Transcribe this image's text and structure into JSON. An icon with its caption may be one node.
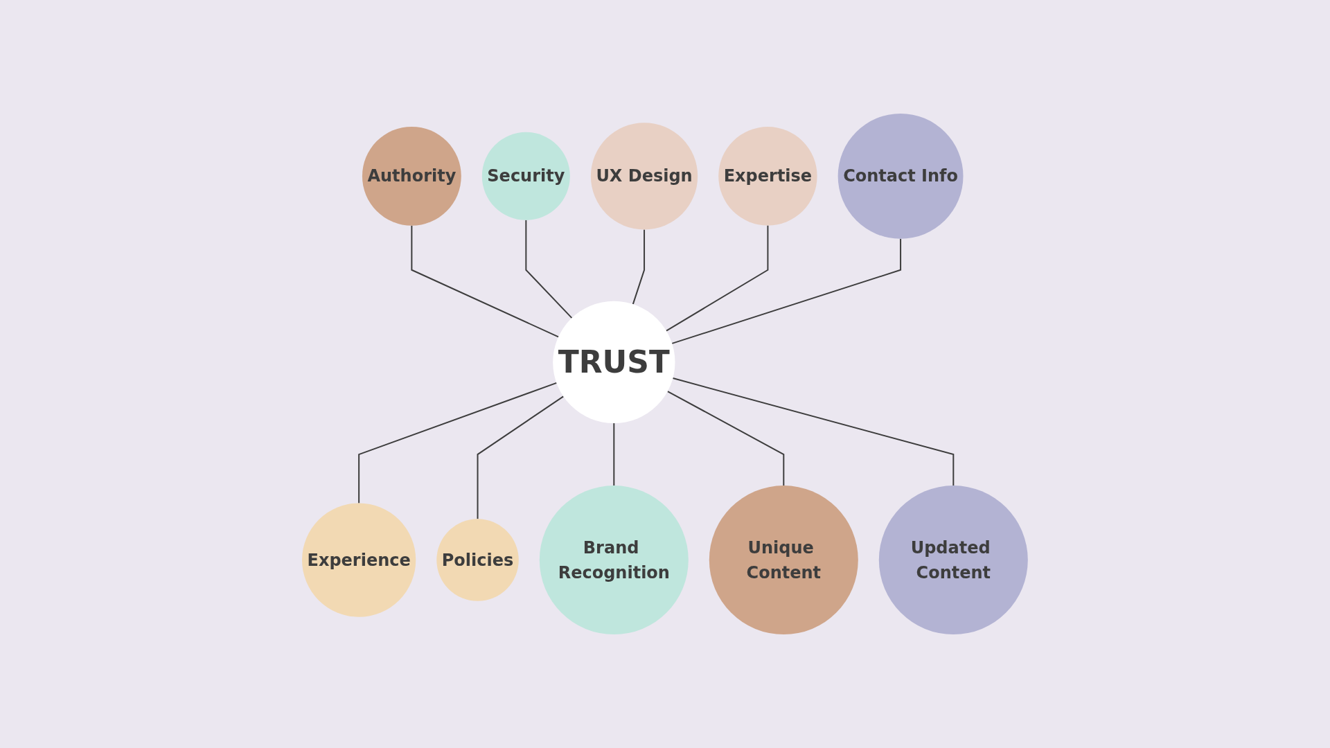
{
  "diagram": {
    "nodes": [
      {
        "text": [
          "Authority"
        ]
      },
      {
        "text": [
          "Security"
        ]
      },
      {
        "text": [
          "UX Design"
        ]
      },
      {
        "text": [
          "Expertise"
        ]
      },
      {
        "text": [
          "Contact Info"
        ]
      },
      {
        "text": [
          "TRUST"
        ]
      },
      {
        "text": [
          "Experience"
        ]
      },
      {
        "text": [
          "Policies"
        ]
      },
      {
        "text": [
          "Brand Recognition"
        ]
      },
      {
        "text": [
          "Unique Content"
        ]
      },
      {
        "text": [
          "Updated Content"
        ]
      }
    ],
    "edges": [
      {
        "from": 0,
        "to": 5,
        "arrow": "none"
      },
      {
        "from": 1,
        "to": 5,
        "arrow": "none"
      },
      {
        "from": 2,
        "to": 5,
        "arrow": "none"
      },
      {
        "from": 3,
        "to": 5,
        "arrow": "none"
      },
      {
        "from": 4,
        "to": 5,
        "arrow": "none"
      },
      {
        "from": 5,
        "to": 6,
        "arrow": "none"
      },
      {
        "from": 5,
        "to": 7,
        "arrow": "none"
      },
      {
        "from": 5,
        "to": 8,
        "arrow": "none"
      },
      {
        "from": 5,
        "to": 9,
        "arrow": "none"
      },
      {
        "from": 5,
        "to": 10,
        "arrow": "none"
      }
    ]
  }
}
